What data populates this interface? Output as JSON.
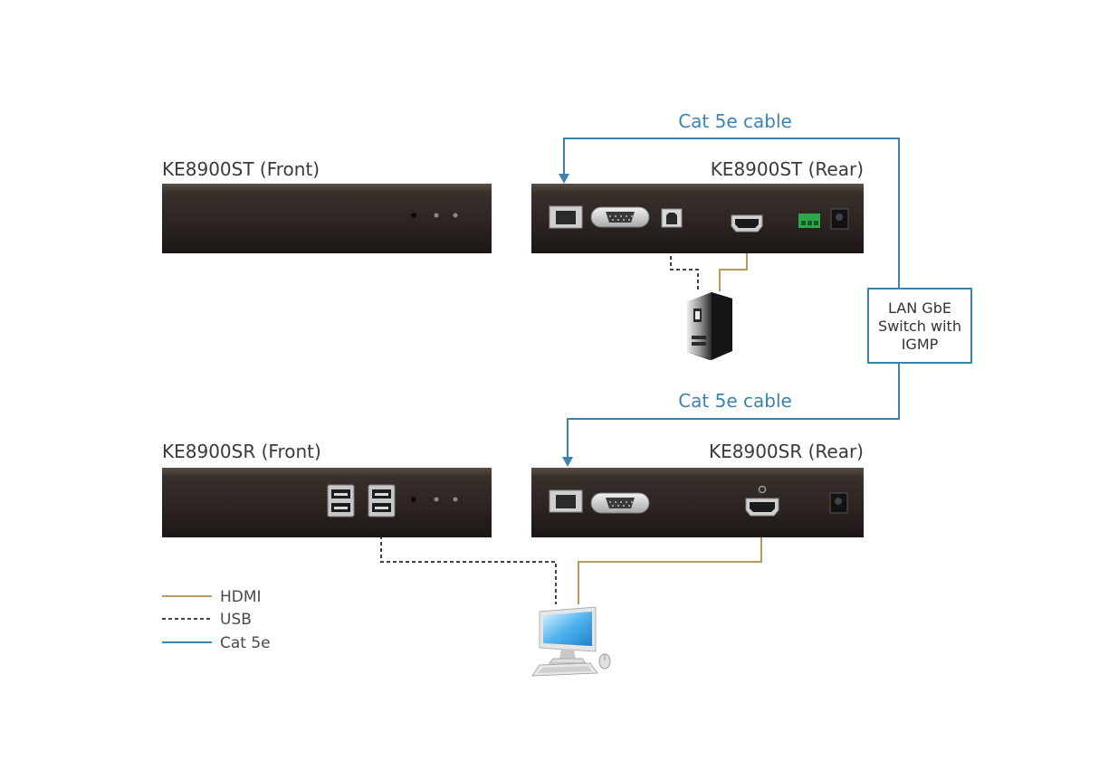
{
  "devices": {
    "tx_front": "KE8900ST (Front)",
    "tx_rear": "KE8900ST (Rear)",
    "rx_front": "KE8900SR (Front)",
    "rx_rear": "KE8900SR (Rear)"
  },
  "cables": {
    "top_label": "Cat 5e cable",
    "bottom_label": "Cat 5e cable"
  },
  "switch": {
    "line1": "LAN GbE",
    "line2": "Switch with",
    "line3": "IGMP"
  },
  "legend": {
    "items": [
      {
        "label": "HDMI",
        "style": "solid",
        "color": "#b59a5c"
      },
      {
        "label": "USB",
        "style": "dashed",
        "color": "#444444"
      },
      {
        "label": "Cat 5e",
        "style": "solid",
        "color": "#3d84ad"
      }
    ]
  },
  "colors": {
    "cat5e": "#3d84ad",
    "hdmi": "#b59a5c",
    "usb": "#444444",
    "device_body": "#2f2724",
    "terminal_block": "#2ca84a"
  }
}
